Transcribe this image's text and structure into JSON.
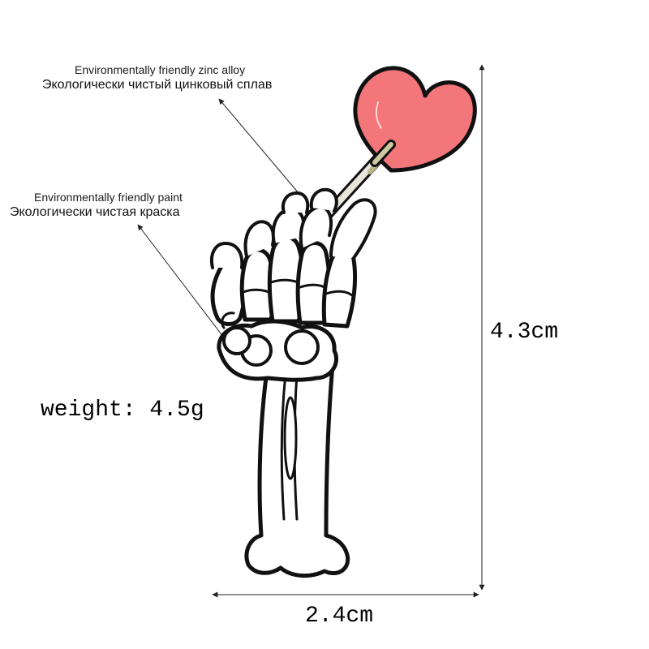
{
  "callouts": {
    "zinc": {
      "en": "Environmentally friendly zinc alloy",
      "ru": "Экологически чистый цинковый сплав"
    },
    "paint": {
      "en": "Environmentally friendly paint",
      "ru": "Экологически чистая краска"
    }
  },
  "specs": {
    "weight": "weight: 4.5g",
    "height": "4.3cm",
    "width": "2.4cm"
  },
  "colors": {
    "heart": "#f2767a",
    "enamel": "#ffffff",
    "outline": "#111111",
    "stick": "#b8b48c"
  }
}
